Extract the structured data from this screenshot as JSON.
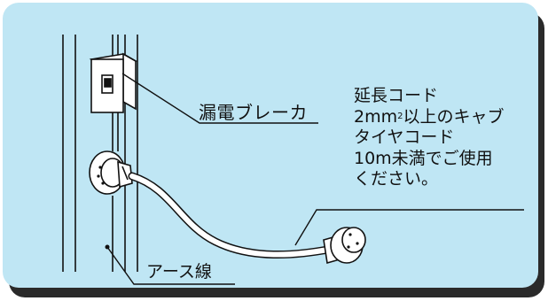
{
  "labels": {
    "breaker": "漏電ブレーカ",
    "earth_wire": "アース線"
  },
  "note": {
    "line1": "延長コード",
    "line2_pre": "2mm",
    "line2_sup": "2",
    "line2_post": "以上のキャブ",
    "line3": "タイヤコード",
    "line4": "10m未満でご使用",
    "line5": "ください。"
  },
  "colors": {
    "panel_bg": "#bfe6f4",
    "shadow": "#2a2a2a",
    "line": "#111111",
    "fill_white": "#ffffff"
  }
}
